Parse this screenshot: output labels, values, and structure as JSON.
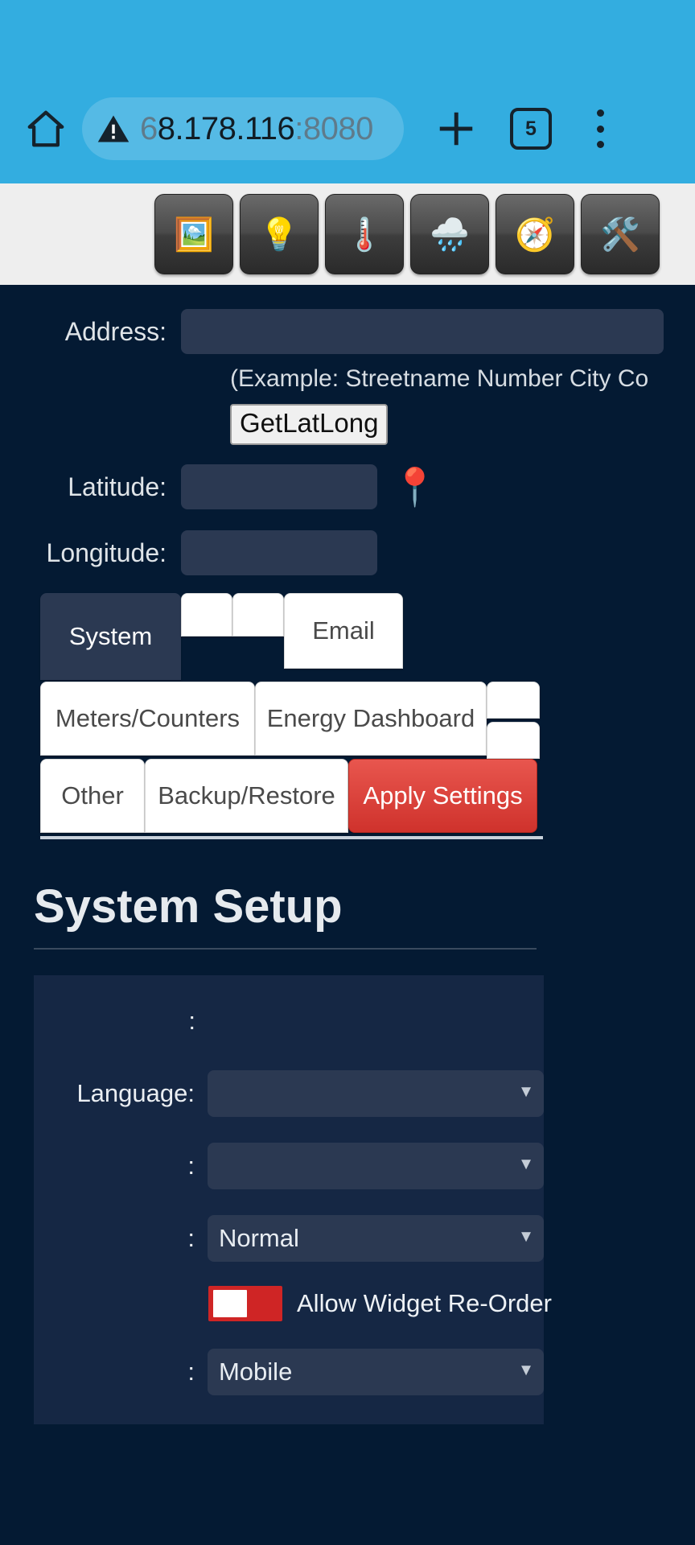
{
  "browser": {
    "home_icon": "home-icon",
    "warning_icon": "warning-triangle-icon",
    "url_prefix": "6",
    "url_main": "8.178.116",
    "url_port": ":8080",
    "new_tab_label": "+",
    "tab_count": "5",
    "menu_icon": "overflow-menu-icon"
  },
  "icon_toolbar": {
    "buttons": [
      {
        "name": "dashboard",
        "glyph": "🖼️"
      },
      {
        "name": "lights",
        "glyph": "💡"
      },
      {
        "name": "temperature",
        "glyph": "🌡️"
      },
      {
        "name": "weather",
        "glyph": "🌧️"
      },
      {
        "name": "energy",
        "glyph": "🧭"
      },
      {
        "name": "settings",
        "glyph": "🛠️"
      }
    ]
  },
  "location_form": {
    "address_label": "Address:",
    "address_value": "",
    "address_placeholder": "",
    "example_hint": "(Example: Streetname Number City Co",
    "getlatlong_label": "GetLatLong",
    "pin_icon": "📍",
    "latitude_label": "Latitude:",
    "latitude_value": "",
    "longitude_label": "Longitude:",
    "longitude_value": ""
  },
  "tabs": {
    "row1": [
      {
        "label": "System",
        "active": true
      },
      {
        "label": "",
        "active": false
      },
      {
        "label": "",
        "active": false
      },
      {
        "label": "Email",
        "active": false
      }
    ],
    "row2": [
      {
        "label": "Meters/Counters",
        "active": false
      },
      {
        "label": "Energy Dashboard",
        "active": false
      },
      {
        "label": "",
        "active": false
      },
      {
        "label": "",
        "active": false
      }
    ],
    "row3": [
      {
        "label": "Other",
        "active": false
      },
      {
        "label": "Backup/Restore",
        "active": false
      },
      {
        "label": "Apply Settings",
        "active": false,
        "style": "apply"
      }
    ]
  },
  "section": {
    "title": "System Setup"
  },
  "settings": {
    "rows": [
      {
        "label": ":",
        "value": "",
        "type": "spacer"
      },
      {
        "label": "Language:",
        "value": "",
        "type": "select"
      },
      {
        "label": ":",
        "value": "",
        "type": "select"
      },
      {
        "label": ":",
        "value": "Normal",
        "type": "select"
      },
      {
        "label": ":",
        "value": "Mobile",
        "type": "select"
      }
    ],
    "toggle": {
      "label": "Allow Widget Re-Order",
      "state": "off",
      "color": "#cf2525"
    }
  },
  "colors": {
    "browser_chrome": "#33ade0",
    "toolbar_bg": "#eeeeee",
    "page_bg": "#041a33",
    "panel_bg": "#152744",
    "input_bg": "#2b3952",
    "accent_red": "#cf322c",
    "active_tab": "#2b3952"
  }
}
